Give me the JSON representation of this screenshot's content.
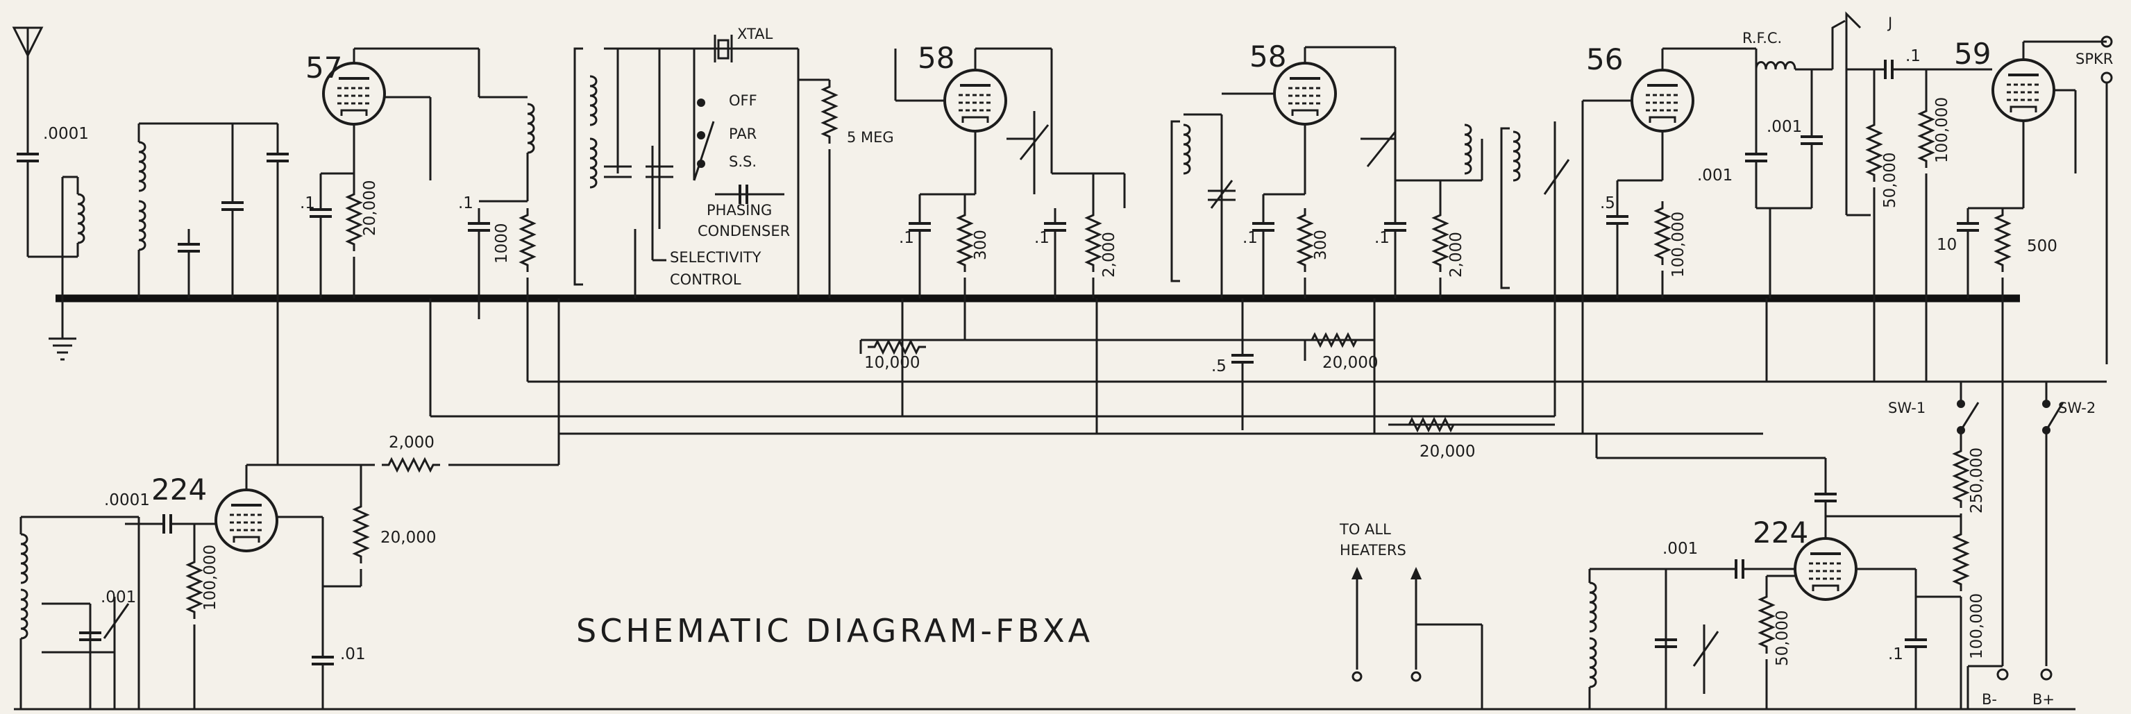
{
  "title": "SCHEMATIC DIAGRAM-FBXA",
  "tubes": [
    "57",
    "58",
    "58",
    "56",
    "59",
    "224",
    "224"
  ],
  "labels": {
    "xtal": "XTAL",
    "off": "OFF",
    "par": "PAR",
    "ss": "S.S.",
    "phasing": "PHASING",
    "condenser": "CONDENSER",
    "selectivity": "SELECTIVITY",
    "control": "CONTROL",
    "rfc": "R.F.C.",
    "j": "J",
    "spkr": "SPKR",
    "heaters_1": "TO ALL",
    "heaters_2": "HEATERS",
    "sw1": "SW-1",
    "sw2": "SW-2",
    "bminus": "B-",
    "bplus": "B+"
  },
  "values": {
    "c_ant": ".0001",
    "c_57g": ".1",
    "r_57": "20,000",
    "c_57p": ".1",
    "r_57p": "1000",
    "r_5meg": "5 MEG",
    "c_58a": ".1",
    "r_58a": "300",
    "c_58a2": ".1",
    "r_58a2": "2,000",
    "c_58b": ".1",
    "r_58b": "300",
    "c_58b2": ".1",
    "r_58b2": "2,000",
    "c_56": ".5",
    "r_56": "100,000",
    "c_rfc1": ".001",
    "c_rfc2": ".001",
    "c_cpl": ".1",
    "r_59a": "50,000",
    "r_59b": "100,000",
    "c_59": "10",
    "r_59": "500",
    "r_vol": "10,000",
    "c_5": ".5",
    "r_20a": "20,000",
    "r_20b": "20,000",
    "c_osc": ".0001",
    "r_2000": "2,000",
    "r_20000": "20,000",
    "c_osc2": ".001",
    "r_osc": "100,000",
    "c_01": ".01",
    "c_bfo": ".001",
    "r_bfo1": "50,000",
    "r_250": "250,000",
    "r_100": "100,000",
    "c_bfo2": ".1"
  }
}
